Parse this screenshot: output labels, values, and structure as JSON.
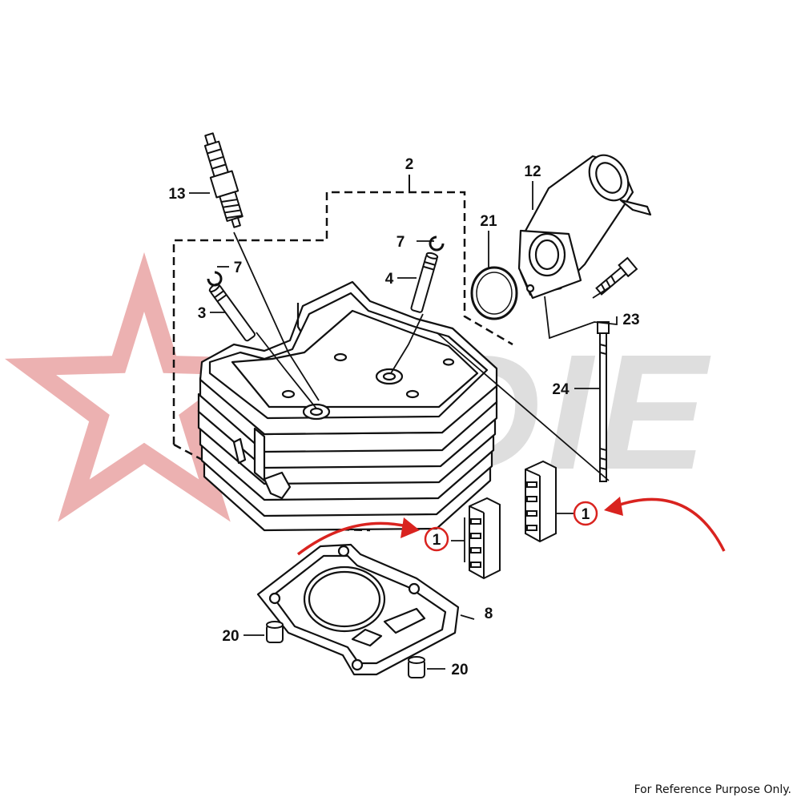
{
  "watermark": {
    "text": "INDIE",
    "star_color": "#e9a3a3",
    "text_color": "#d4d4d4"
  },
  "callouts": {
    "c1a": "1",
    "c1b": "1",
    "c2": "2",
    "c3": "3",
    "c4": "4",
    "c7a": "7",
    "c7b": "7",
    "c8": "8",
    "c12": "12",
    "c13": "13",
    "c20a": "20",
    "c20b": "20",
    "c21": "21",
    "c23": "23",
    "c24": "24"
  },
  "highlight_color": "#d9231f",
  "footer": {
    "note": "For Reference Purpose Only."
  }
}
